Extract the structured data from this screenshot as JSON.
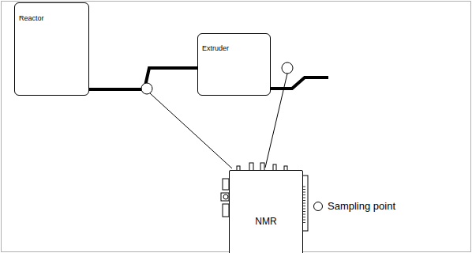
{
  "diagram": {
    "nodes": [
      {
        "text": [
          "Reactor"
        ]
      },
      {
        "text": [
          "Extruder"
        ]
      },
      {
        "text": [
          "NMR"
        ]
      }
    ],
    "edges": [
      {
        "from": 0,
        "to": 1,
        "arrow": "none"
      }
    ],
    "legend": [
      {
        "text": "Sampling point"
      }
    ]
  }
}
